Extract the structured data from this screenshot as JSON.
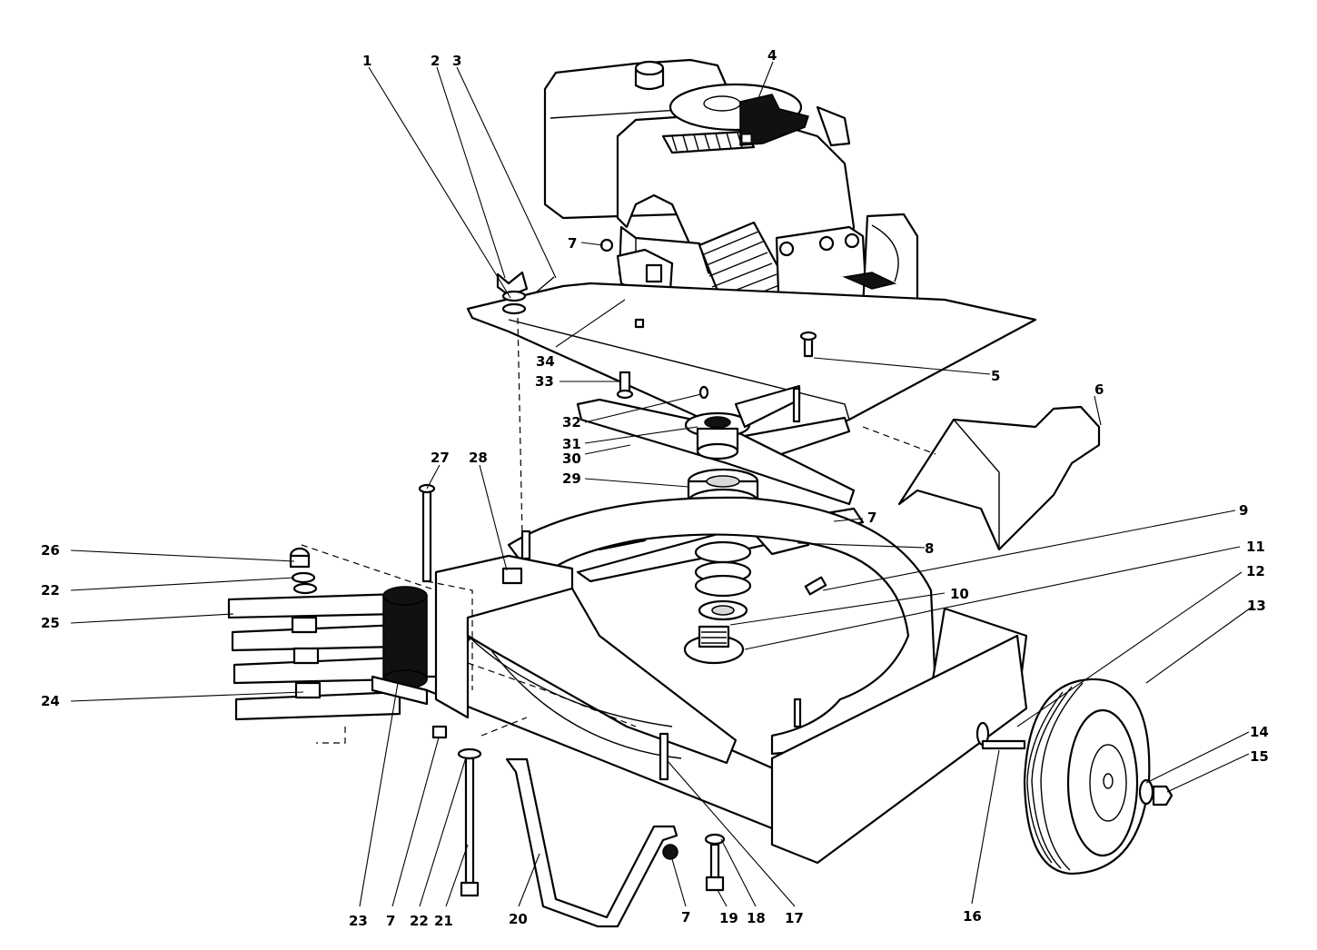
{
  "callouts": [
    {
      "id": "c1",
      "label": "1"
    },
    {
      "id": "c2",
      "label": "2"
    },
    {
      "id": "c3",
      "label": "3"
    },
    {
      "id": "c4",
      "label": "4"
    },
    {
      "id": "c5",
      "label": "5"
    },
    {
      "id": "c6",
      "label": "6"
    },
    {
      "id": "c7a",
      "label": "7"
    },
    {
      "id": "c7b",
      "label": "7"
    },
    {
      "id": "c7c",
      "label": "7"
    },
    {
      "id": "c7d",
      "label": "7"
    },
    {
      "id": "c8",
      "label": "8"
    },
    {
      "id": "c9",
      "label": "9"
    },
    {
      "id": "c10",
      "label": "10"
    },
    {
      "id": "c11",
      "label": "11"
    },
    {
      "id": "c12",
      "label": "12"
    },
    {
      "id": "c13",
      "label": "13"
    },
    {
      "id": "c14",
      "label": "14"
    },
    {
      "id": "c15",
      "label": "15"
    },
    {
      "id": "c16",
      "label": "16"
    },
    {
      "id": "c17",
      "label": "17"
    },
    {
      "id": "c18",
      "label": "18"
    },
    {
      "id": "c19",
      "label": "19"
    },
    {
      "id": "c20",
      "label": "20"
    },
    {
      "id": "c21",
      "label": "21"
    },
    {
      "id": "c22a",
      "label": "22"
    },
    {
      "id": "c22b",
      "label": "22"
    },
    {
      "id": "c23",
      "label": "23"
    },
    {
      "id": "c24",
      "label": "24"
    },
    {
      "id": "c25",
      "label": "25"
    },
    {
      "id": "c26",
      "label": "26"
    },
    {
      "id": "c27",
      "label": "27"
    },
    {
      "id": "c28",
      "label": "28"
    },
    {
      "id": "c29",
      "label": "29"
    },
    {
      "id": "c30",
      "label": "30"
    },
    {
      "id": "c31",
      "label": "31"
    },
    {
      "id": "c32",
      "label": "32"
    },
    {
      "id": "c33",
      "label": "33"
    },
    {
      "id": "c34",
      "label": "34"
    }
  ]
}
